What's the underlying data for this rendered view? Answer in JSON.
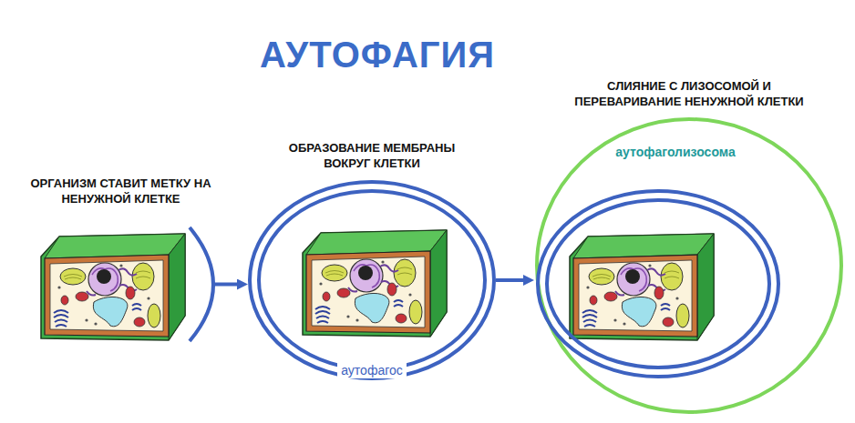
{
  "diagram": {
    "title": "АУТОФАГИЯ",
    "nodes": [
      {
        "text": [
          "ОРГАНИЗМ СТАВИТ МЕТКУ НА НЕНУЖНОЙ КЛЕТКЕ"
        ]
      },
      {
        "text": [
          "ОБРАЗОВАНИЕ МЕМБРАНЫ ВОКРУГ КЛЕТКИ",
          "аутофагос"
        ]
      },
      {
        "text": [
          "СЛИЯНИЕ С ЛИЗОСОМОЙ И ПЕРЕВАРИВАНИЕ НЕНУЖНОЙ КЛЕТКИ",
          "аутофаголизосома"
        ]
      }
    ],
    "edges": [
      {
        "from": 0,
        "to": 1,
        "arrow": "to"
      },
      {
        "from": 1,
        "to": 2,
        "arrow": "to"
      }
    ]
  }
}
